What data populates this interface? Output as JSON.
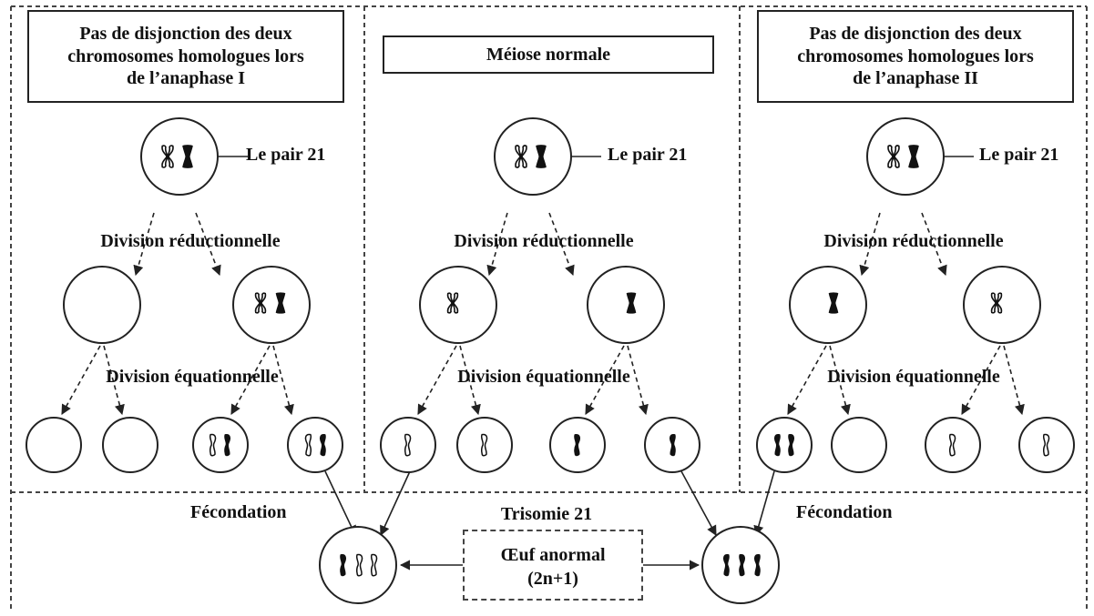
{
  "panels": {
    "left": {
      "title_lines": [
        "Pas de disjonction des deux",
        "chromosomes homologues lors",
        "de l’anaphase I"
      ],
      "pair_label": "Le pair 21",
      "division_reductionnelle": "Division réductionnelle",
      "division_equationnelle": "Division équationnelle"
    },
    "middle": {
      "title": "Méiose normale",
      "pair_label": "Le pair 21",
      "division_reductionnelle": "Division réductionnelle",
      "division_equationnelle": "Division équationnelle"
    },
    "right": {
      "title_lines": [
        "Pas de disjonction des deux",
        "chromosomes homologues lors",
        "de l’anaphase II"
      ],
      "pair_label": "Le pair 21",
      "division_reductionnelle": "Division réductionnelle",
      "division_equationnelle": "Division équationnelle"
    }
  },
  "bottom": {
    "fecondation_left": "Fécondation",
    "fecondation_right": "Fécondation",
    "trisomie": "Trisomie 21",
    "egg_line1": "Œuf anormal",
    "egg_line2": "(2n+1)"
  },
  "colors": {
    "line": "#222222",
    "chromosome_fill": "#111111",
    "chromosome_outline": "#111111",
    "background": "#ffffff"
  }
}
